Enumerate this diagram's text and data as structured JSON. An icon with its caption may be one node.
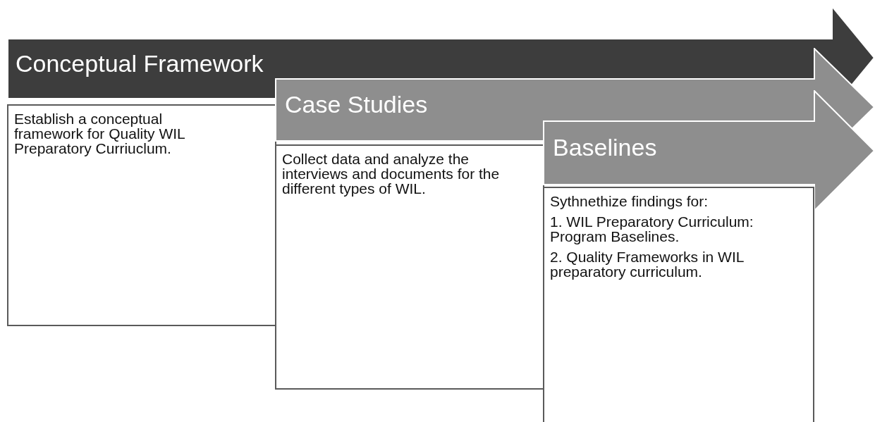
{
  "diagram": {
    "nodes": [
      {
        "text": [
          "Conceptual Framework"
        ]
      },
      {
        "text": [
          "Establish a conceptual framework for Quality WIL Preparatory Curriuclum."
        ]
      },
      {
        "text": [
          "Case Studies"
        ]
      },
      {
        "text": [
          "Collect data and analyze the interviews and documents for the different types of WIL."
        ]
      },
      {
        "text": [
          "Baselines"
        ]
      },
      {
        "text": [
          "Sythnethize findings for:",
          "1. WIL Preparatory Curriculum: Program Baselines.",
          "2. Quality Frameworks in WIL preparatory curriculum."
        ]
      }
    ]
  }
}
